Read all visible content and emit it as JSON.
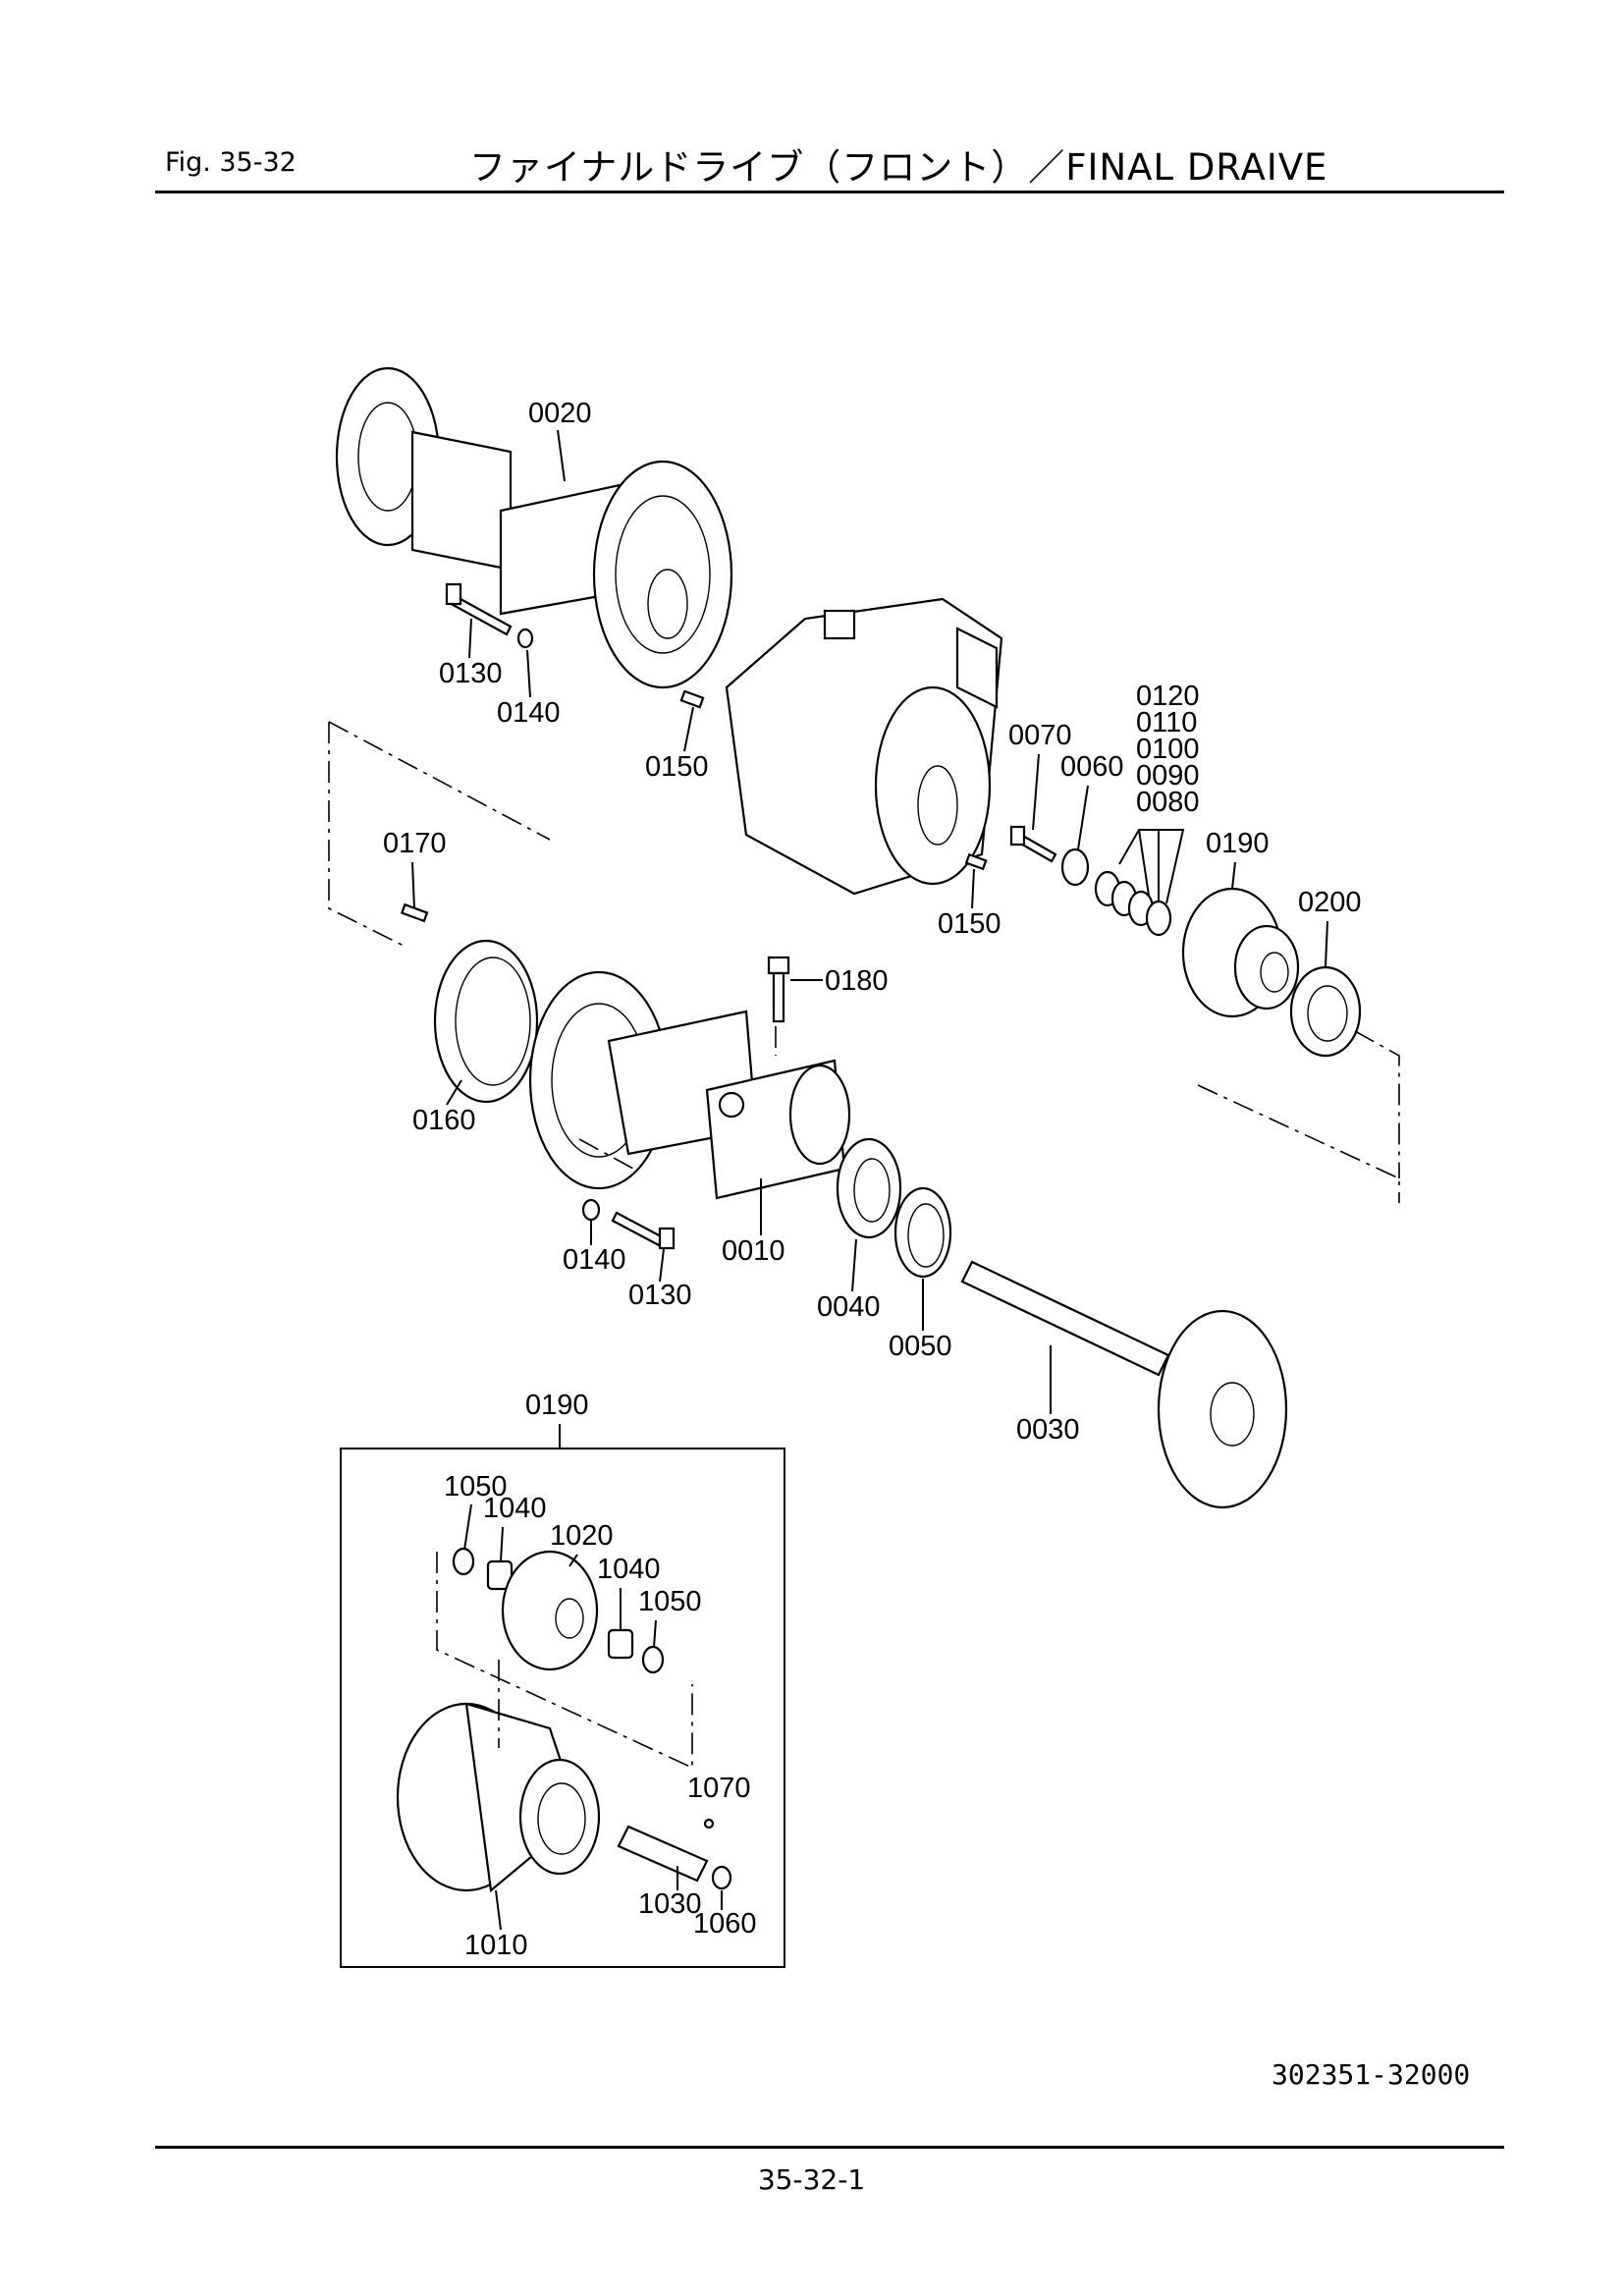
{
  "header": {
    "fig_label": "Fig.  35-32",
    "title": "ファイナルドライブ（フロント）／FINAL  DRAIVE"
  },
  "diagram": {
    "callouts": [
      "0020",
      "0130",
      "0140",
      "0150",
      "0120",
      "0110",
      "0100",
      "0090",
      "0080",
      "0070",
      "0060",
      "0190",
      "0200",
      "0150",
      "0170",
      "0180",
      "0160",
      "0140",
      "0130",
      "0010",
      "0040",
      "0050",
      "0030"
    ],
    "inset": {
      "title": "0190",
      "callouts": [
        "1050",
        "1040",
        "1020",
        "1040",
        "1050",
        "1070",
        "1030",
        "1060",
        "1010"
      ]
    }
  },
  "footer": {
    "drawing_code": "302351-32000",
    "page_number": "35-32-1"
  }
}
